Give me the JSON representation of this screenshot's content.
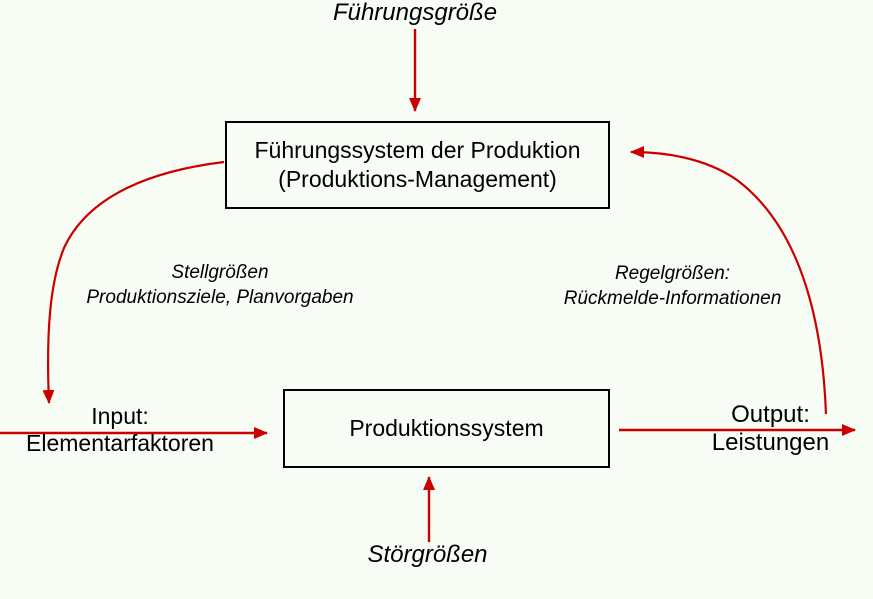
{
  "diagram": {
    "top_label": "Führungsgröße",
    "management_box": {
      "line1": "Führungssystem der Produktion",
      "line2": "(Produktions-Management)"
    },
    "stell_label": {
      "line1": "Stellgrößen",
      "line2": "Produktionsziele, Planvorgaben"
    },
    "regel_label": {
      "line1": "Regelgrößen:",
      "line2": "Rückmelde-Informationen"
    },
    "production_box": {
      "label": "Produktionssystem"
    },
    "input_label": {
      "line1": "Input:",
      "line2": "Elementarfaktoren"
    },
    "output_label": {
      "line1": "Output:",
      "line2": "Leistungen"
    },
    "bottom_label": "Störgrößen",
    "colors": {
      "arrow_red": "#cc0000",
      "background": "#f7fcf5",
      "box_border": "#000000",
      "text": "#000000"
    }
  }
}
